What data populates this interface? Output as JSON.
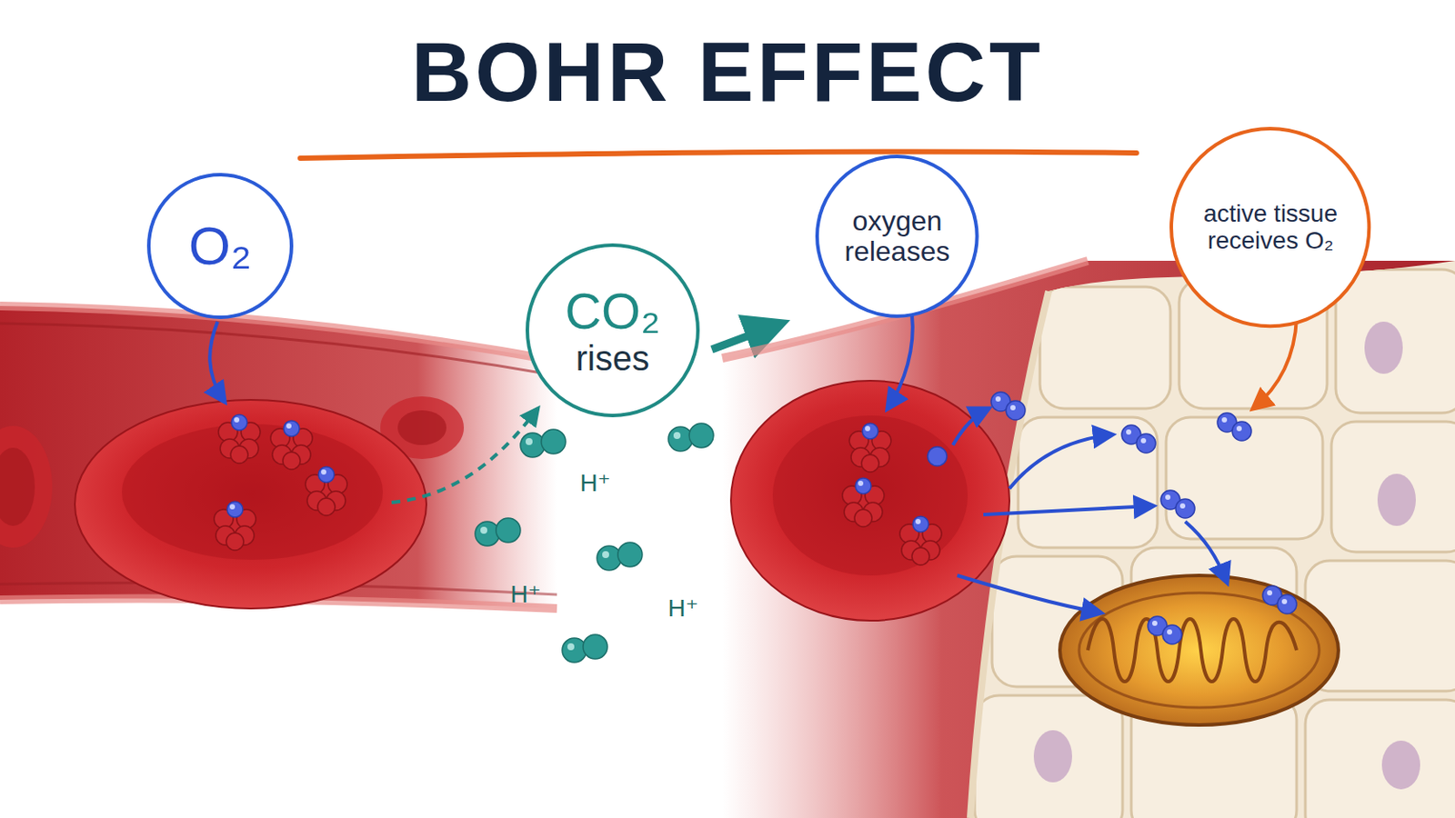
{
  "diagram": {
    "title": "BOHR EFFECT",
    "nodes": [
      {
        "text": [
          "O₂"
        ]
      },
      {
        "text": [
          "CO₂",
          "rises"
        ]
      },
      {
        "text": [
          "oxygen releases"
        ]
      },
      {
        "text": [
          "active tissue receives O₂"
        ]
      }
    ],
    "labels": [
      "H⁺",
      "H⁺",
      "H⁺"
    ]
  }
}
